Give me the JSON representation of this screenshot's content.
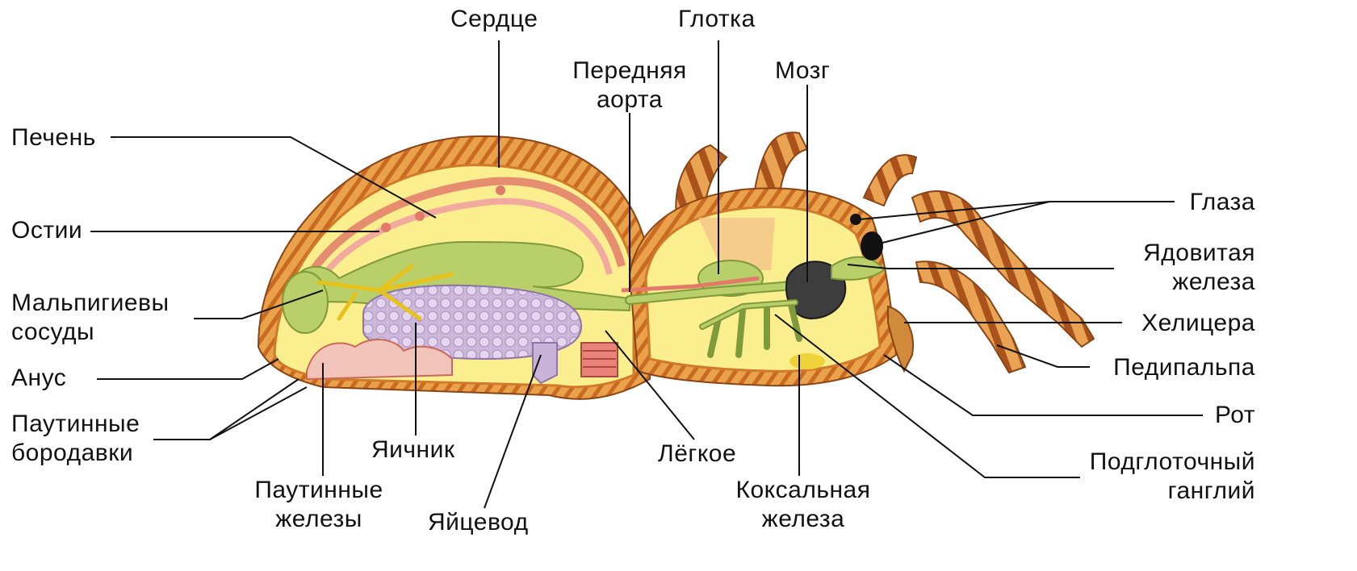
{
  "labels": {
    "heart": "Сердце",
    "pharynx": "Глотка",
    "anterior_aorta_1": "Передняя",
    "anterior_aorta_2": "аорта",
    "brain": "Мозг",
    "liver": "Печень",
    "ostia": "Остии",
    "malpighian_1": "Мальпигиевы",
    "malpighian_2": "сосуды",
    "anus": "Анус",
    "spinnerets_1": "Паутинные",
    "spinnerets_2": "бородавки",
    "silk_glands_1": "Паутинные",
    "silk_glands_2": "железы",
    "ovary": "Яичник",
    "oviduct": "Яйцевод",
    "lung": "Лёгкое",
    "coxal_gland_1": "Коксальная",
    "coxal_gland_2": "железа",
    "eyes": "Глаза",
    "venom_gland_1": "Ядовитая",
    "venom_gland_2": "железа",
    "chelicera": "Хелицера",
    "pedipalp": "Педипальпа",
    "mouth": "Рот",
    "subpharyngeal_1": "Подглоточный",
    "subpharyngeal_2": "ганглий"
  },
  "colors": {
    "cuticle": "#e08a2e",
    "cuticle_dark": "#b8561a",
    "body_fill": "#fbee8e",
    "intestine": "#b8cf6a",
    "ovary": "#c9b3d8",
    "heart": "#e27a6a",
    "nerve": "#e6c21a",
    "brain": "#3d3d3d",
    "line": "#111111"
  }
}
